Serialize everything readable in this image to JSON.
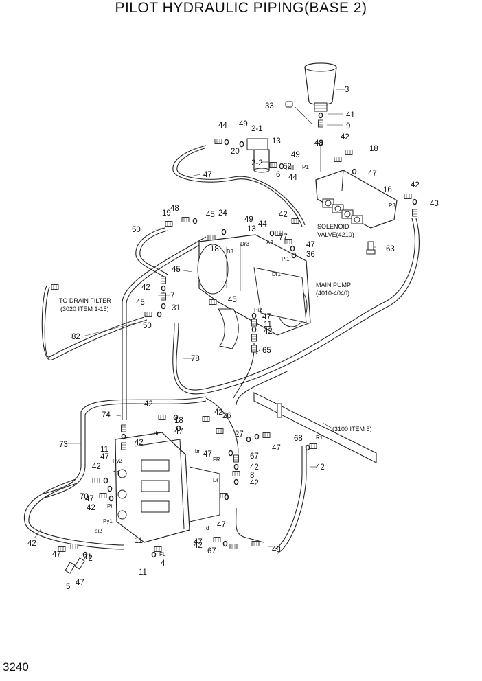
{
  "title": "PILOT HYDRAULIC PIPING(BASE 2)",
  "page_number": "3240",
  "notes": {
    "solenoid_1": "SOLENOID",
    "solenoid_2": "VALVE(4210)",
    "pump_1": "MAIN PUMP",
    "pump_2": "(4010-4040)",
    "drain_1": "TO DRAIN FILTER",
    "drain_2": "(3020 ITEM 1-15)",
    "item3100": "(3100 ITEM 5)"
  },
  "ports": {
    "p1": "P1",
    "p3": "P3",
    "a3": "A3",
    "b3": "B3",
    "dr3": "Dr3",
    "pi1": "Pi1",
    "dr1": "Dr1",
    "pi2": "Pi2",
    "dr": "dr",
    "br": "br",
    "fr": "FR",
    "dr2": "Dr",
    "py2": "Py2",
    "pi": "Pi",
    "py1": "Py1",
    "ai2": "ai2",
    "fl": "FL",
    "d": "d",
    "r1": "R1"
  },
  "callouts": [
    "3",
    "33",
    "41",
    "9",
    "48",
    "42",
    "18",
    "44",
    "49",
    "2-1",
    "20",
    "2-2",
    "13",
    "49",
    "6",
    "44",
    "62",
    "47",
    "47",
    "16",
    "42",
    "43",
    "19",
    "48",
    "45",
    "24",
    "49",
    "13",
    "44",
    "42",
    "77",
    "50",
    "18",
    "47",
    "36",
    "63",
    "45",
    "42",
    "7",
    "45",
    "31",
    "50",
    "45",
    "47",
    "11",
    "42",
    "82",
    "65",
    "78",
    "42",
    "74",
    "18",
    "47",
    "42",
    "26",
    "42",
    "73",
    "11",
    "47",
    "11",
    "42",
    "47",
    "67",
    "42",
    "42",
    "68",
    "42",
    "27",
    "8",
    "47",
    "42",
    "70",
    "42",
    "47",
    "11",
    "4",
    "5",
    "47",
    "42",
    "11",
    "47",
    "42",
    "67",
    "48",
    "47",
    "47",
    "11"
  ]
}
